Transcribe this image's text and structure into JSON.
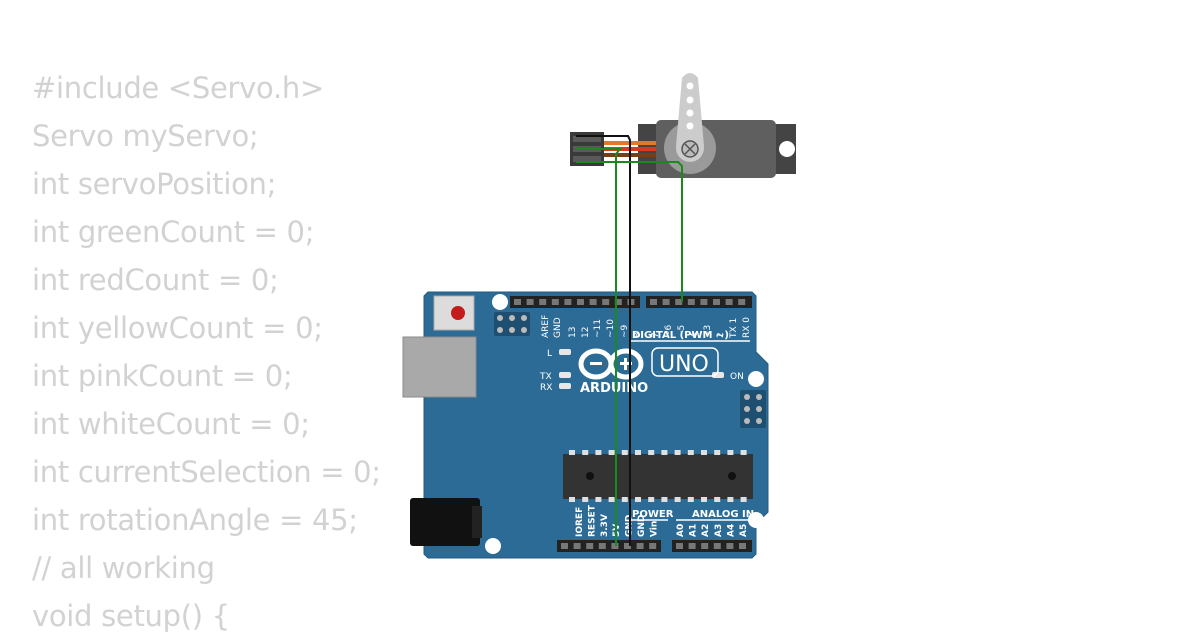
{
  "code": {
    "lines": [
      "#include <Servo.h>",
      "Servo myServo;",
      "int servoPosition;",
      "int greenCount = 0;",
      "int redCount = 0;",
      "int yellowCount = 0;",
      "int pinkCount = 0;",
      "int whiteCount = 0;",
      "int currentSelection = 0;",
      "int rotationAngle = 45;",
      "// all working",
      "void setup() {"
    ]
  },
  "board": {
    "brand": "ARDUINO",
    "model": "UNO",
    "digital_header_label": "DIGITAL (PWM ~)",
    "power_label": "POWER",
    "analog_label": "ANALOG IN",
    "on_label": "ON",
    "led_l_label": "L",
    "led_tx_label": "TX",
    "led_rx_label": "RX",
    "digital_pins": [
      "AREF",
      "GND",
      "13",
      "12",
      "~11",
      "~10",
      "~9",
      "8",
      "7",
      "~6",
      "~5",
      "4",
      "~3",
      "2",
      "TX 1",
      "RX 0"
    ],
    "power_pins": [
      "IOREF",
      "RESET",
      "3.3V",
      "5V",
      "GND",
      "GND",
      "Vin"
    ],
    "analog_pins": [
      "A0",
      "A1",
      "A2",
      "A3",
      "A4",
      "A5"
    ],
    "color": "#2c6b96"
  },
  "colors": {
    "wire_signal": "#1a8a1a",
    "wire_ground": "#111111",
    "servo_body": "#5a5a5a",
    "servo_horn": "#c8c8c8"
  }
}
